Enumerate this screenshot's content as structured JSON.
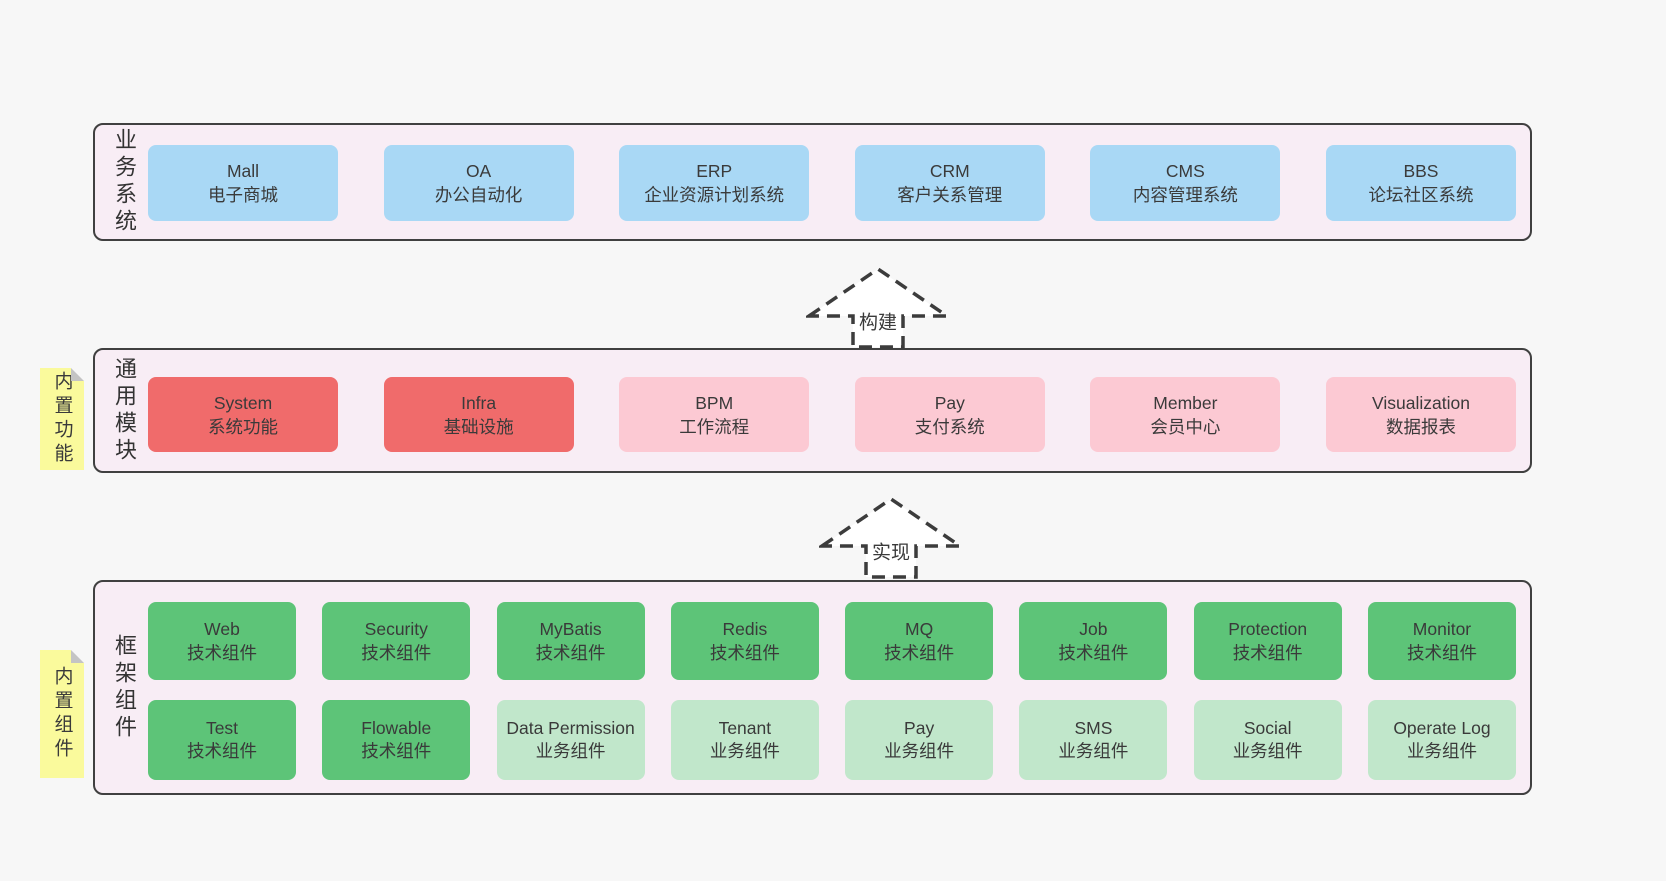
{
  "arrows": {
    "build": "构建",
    "implement": "实现"
  },
  "layers": [
    {
      "label": "业务系统",
      "boxes": [
        {
          "title": "Mall",
          "subtitle": "电子商城"
        },
        {
          "title": "OA",
          "subtitle": "办公自动化"
        },
        {
          "title": "ERP",
          "subtitle": "企业资源计划系统"
        },
        {
          "title": "CRM",
          "subtitle": "客户关系管理"
        },
        {
          "title": "CMS",
          "subtitle": "内容管理系统"
        },
        {
          "title": "BBS",
          "subtitle": "论坛社区系统"
        }
      ]
    },
    {
      "label": "通用模块",
      "sticky": "内置功能",
      "boxes": [
        {
          "title": "System",
          "subtitle": "系统功能"
        },
        {
          "title": "Infra",
          "subtitle": "基础设施"
        },
        {
          "title": "BPM",
          "subtitle": "工作流程"
        },
        {
          "title": "Pay",
          "subtitle": "支付系统"
        },
        {
          "title": "Member",
          "subtitle": "会员中心"
        },
        {
          "title": "Visualization",
          "subtitle": "数据报表"
        }
      ]
    },
    {
      "label": "框架组件",
      "sticky": "内置组件",
      "row1": [
        {
          "title": "Web",
          "subtitle": "技术组件"
        },
        {
          "title": "Security",
          "subtitle": "技术组件"
        },
        {
          "title": "MyBatis",
          "subtitle": "技术组件"
        },
        {
          "title": "Redis",
          "subtitle": "技术组件"
        },
        {
          "title": "MQ",
          "subtitle": "技术组件"
        },
        {
          "title": "Job",
          "subtitle": "技术组件"
        },
        {
          "title": "Protection",
          "subtitle": "技术组件"
        },
        {
          "title": "Monitor",
          "subtitle": "技术组件"
        }
      ],
      "row2": [
        {
          "title": "Test",
          "subtitle": "技术组件"
        },
        {
          "title": "Flowable",
          "subtitle": "技术组件"
        },
        {
          "title": "Data Permission",
          "subtitle": "业务组件"
        },
        {
          "title": "Tenant",
          "subtitle": "业务组件"
        },
        {
          "title": "Pay",
          "subtitle": "业务组件"
        },
        {
          "title": "SMS",
          "subtitle": "业务组件"
        },
        {
          "title": "Social",
          "subtitle": "业务组件"
        },
        {
          "title": "Operate Log",
          "subtitle": "业务组件"
        }
      ]
    }
  ],
  "colors": {
    "page_bg": "#f7f7f7",
    "container_bg": "#f8edf5",
    "container_border": "#404040",
    "business_box": "#a9d8f5",
    "core_module_box": "#f06b6b",
    "optional_module_box": "#fcc9d3",
    "tech_component_box": "#5dc478",
    "biz_component_box": "#c1e7cb",
    "sticky_note": "#fafa9c",
    "text": "#3a3a3a"
  }
}
